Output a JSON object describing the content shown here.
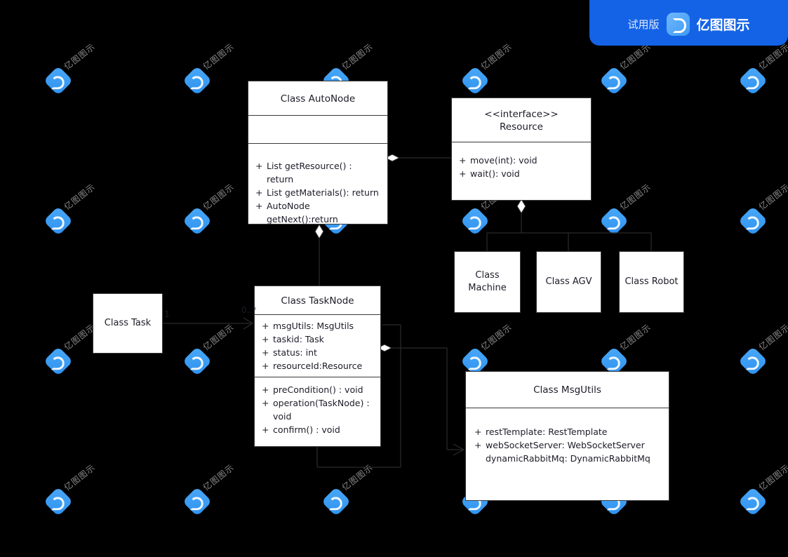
{
  "badge": {
    "trial_label": "试用版",
    "product_name": "亿图图示",
    "icon_name": "edraw-logo-icon",
    "bg_color": "#1463e6"
  },
  "watermark": {
    "text": "亿图图示",
    "logo_name": "edraw-watermark-icon"
  },
  "canvas": {
    "background_color": "#000000",
    "box_fill": "#ffffff",
    "box_border": "#3a3a3a",
    "text_color": "#1c1c28"
  },
  "classes": {
    "auto_node": {
      "title": "Class AutoNode",
      "attributes": [],
      "methods": [
        {
          "vis": "+",
          "text": "List getResource() : return"
        },
        {
          "vis": "+",
          "text": "List getMaterials(): return"
        },
        {
          "vis": "+",
          "text": "AutoNode getNext():return"
        }
      ]
    },
    "resource": {
      "stereotype": "<<interface>>",
      "title": "Resource",
      "methods": [
        {
          "vis": "+",
          "text": "move(int): void"
        },
        {
          "vis": "+",
          "text": "wait(): void"
        }
      ]
    },
    "machine": {
      "title": "Class Machine"
    },
    "agv": {
      "title": "Class AGV"
    },
    "robot": {
      "title": "Class Robot"
    },
    "task": {
      "title": "Class Task"
    },
    "task_node": {
      "title": "Class TaskNode",
      "attributes": [
        {
          "vis": "+",
          "text": "msgUtils: MsgUtils"
        },
        {
          "vis": "+",
          "text": "taskid: Task"
        },
        {
          "vis": "+",
          "text": "status: int"
        },
        {
          "vis": "+",
          "text": "resourceId:Resource"
        }
      ],
      "methods": [
        {
          "vis": "+",
          "text": "preCondition() : void"
        },
        {
          "vis": "+",
          "text": "operation(TaskNode) : void"
        },
        {
          "vis": "+",
          "text": "confirm() : void"
        }
      ]
    },
    "msg_utils": {
      "title": "Class MsgUtils",
      "attributes": [
        {
          "vis": "+",
          "text": "restTemplate: RestTemplate"
        },
        {
          "vis": "+",
          "text": "webSocketServer: WebSocketServer"
        },
        {
          "vis": "",
          "text": "dynamicRabbitMq: DynamicRabbitMq"
        }
      ]
    }
  },
  "multiplicities": {
    "task_end": "1",
    "task_node_end": "0..*"
  }
}
